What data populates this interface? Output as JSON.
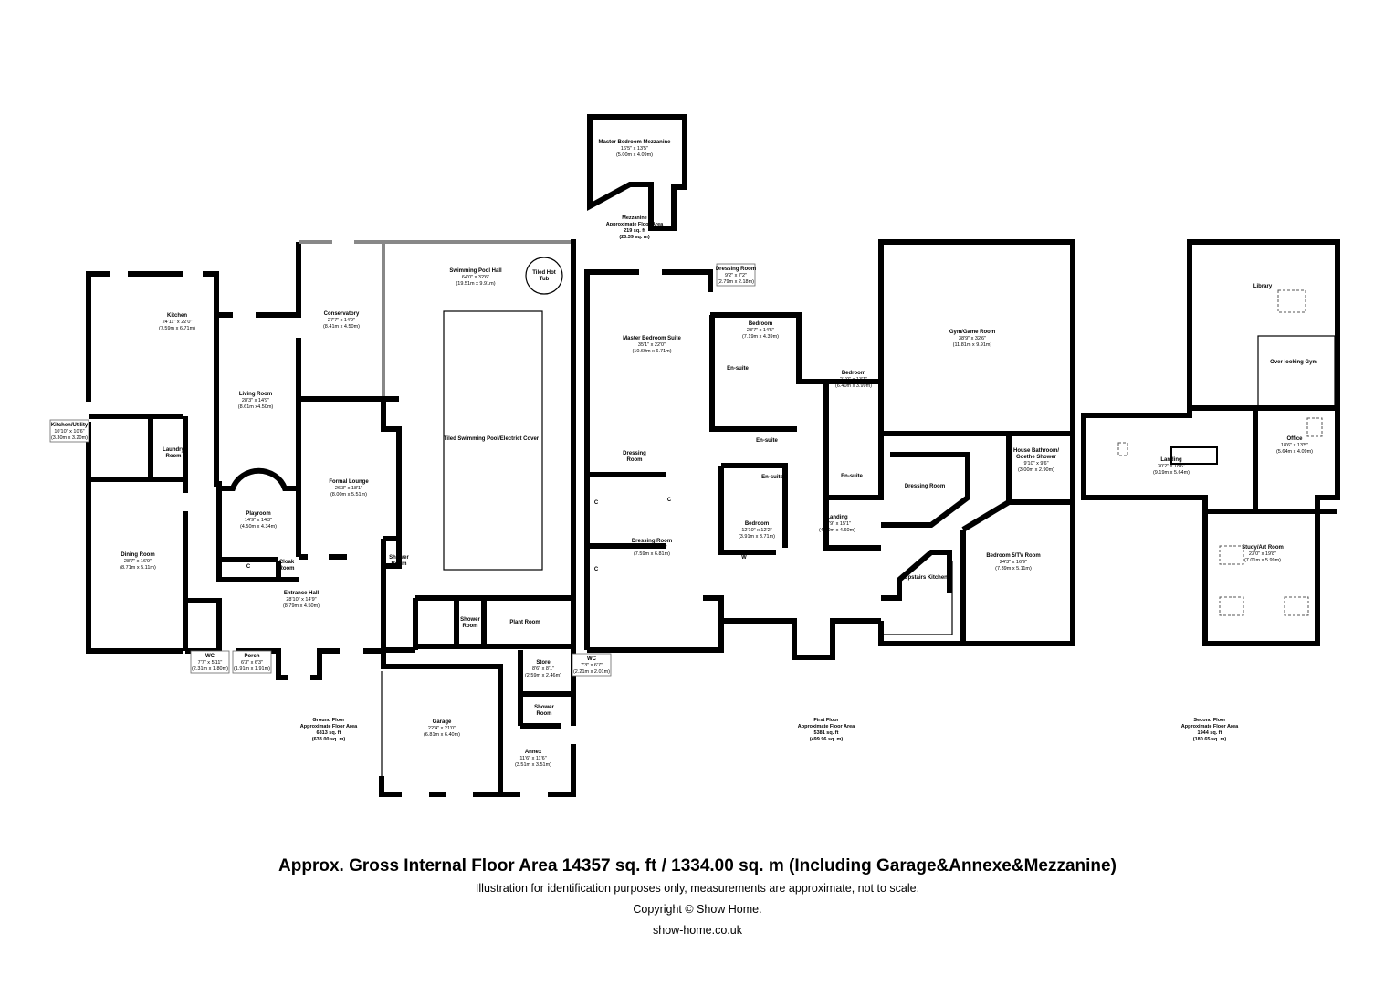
{
  "floors": {
    "ground": {
      "area_label": [
        "Ground Floor",
        "Approximate Floor Area",
        "6813 sq. ft",
        "(633.00 sq. m)"
      ],
      "rooms": [
        {
          "name": "Kitchen",
          "imperial": "24'11\" x 22'0\"",
          "metric": "(7.59m x 6.71m)"
        },
        {
          "name": "Kitchen/Utility",
          "imperial": "10'10\" x 10'6\"",
          "metric": "(3.30m x 3.20m)",
          "boxed": true
        },
        {
          "name": "Laundry",
          "name2": "Room"
        },
        {
          "name": "Living Room",
          "imperial": "28'3\" x 14'9\"",
          "metric": "(8.61m x4.50m)"
        },
        {
          "name": "Conservatory",
          "imperial": "27'7\" x 14'9\"",
          "metric": "(8.41m x 4.50m)"
        },
        {
          "name": "Playroom",
          "imperial": "14'9\" x 14'3\"",
          "metric": "(4.50m x 4.34m)"
        },
        {
          "name": "Formal Lounge",
          "imperial": "26'3\" x 18'1\"",
          "metric": "(8.00m x 5.51m)"
        },
        {
          "name": "Dining Room",
          "imperial": "28'7\" x 16'9\"",
          "metric": "(8.71m x 5.11m)"
        },
        {
          "name": "Cloak",
          "name2": "Room"
        },
        {
          "name": "C"
        },
        {
          "name": "Entrance Hall",
          "imperial": "28'10\" x 14'9\"",
          "metric": "(8.79m x 4.50m)"
        },
        {
          "name": "WC",
          "imperial": "7'7\" x 5'11\"",
          "metric": "(2.31m x 1.80m)",
          "boxed": true
        },
        {
          "name": "Porch",
          "imperial": "6'3\" x 6'3\"",
          "metric": "(1.91m x 1.91m)",
          "boxed": true
        },
        {
          "name": "Shower",
          "name2": "Room"
        },
        {
          "name": "Swimming Pool Hall",
          "imperial": "64'0\" x 32'6\"",
          "metric": "(19.51m x 9.91m)"
        },
        {
          "name": "Tiled Hot",
          "name2": "Tub"
        },
        {
          "name": "Tiled Swimming Pool/Electrict Cover"
        },
        {
          "name": "Shower",
          "name2": "Room"
        },
        {
          "name": "Plant Room"
        },
        {
          "name": "Store",
          "imperial": "8'6\" x 8'1\"",
          "metric": "(2.59m x 2.46m)"
        },
        {
          "name": "WC",
          "imperial": "7'3\" x 6'7\"",
          "metric": "(2.21m x 2.01m)",
          "boxed": true
        },
        {
          "name": "Shower",
          "name2": "Room"
        },
        {
          "name": "Garage",
          "imperial": "22'4\" x 21'0\"",
          "metric": "(6.81m x 6.40m)"
        },
        {
          "name": "Annex",
          "imperial": "11'6\" x 11'6\"",
          "metric": "(3.51m x 3.51m)"
        }
      ]
    },
    "mezzanine": {
      "area_label": [
        "Mezzanine",
        "Approximate Floor Area",
        "219 sq. ft",
        "(20.39 sq. m)"
      ],
      "rooms": [
        {
          "name": "Master Bedroom Mezzanine",
          "imperial": "16'5\" x 13'5\"",
          "metric": "(5.00m x 4.09m)"
        }
      ]
    },
    "first": {
      "area_label": [
        "First Floor",
        "Approximate Floor Area",
        "5381 sq. ft",
        "(499.96 sq. m)"
      ],
      "rooms": [
        {
          "name": "Master Bedroom Suite",
          "imperial": "35'1\" x 22'0\"",
          "metric": "(10.69m x 6.71m)"
        },
        {
          "name": "Dressing Room",
          "imperial": "9'2\" x 7'2\"",
          "metric": "(2.79m x 2.18m)",
          "boxed": true
        },
        {
          "name": "Bedroom",
          "imperial": "23'7\" x 14'5\"",
          "metric": "(7.19m x 4.39m)"
        },
        {
          "name": "En-suite"
        },
        {
          "name": "Bedroom",
          "imperial": "21'0\" x 13'1\"",
          "metric": "(6.40m x 3.99m)"
        },
        {
          "name": "Dressing",
          "name2": "Room"
        },
        {
          "name": "En-suite"
        },
        {
          "name": "En-suite"
        },
        {
          "name": "En-suite"
        },
        {
          "name": "Dressing Room",
          "imperial": "24'11\" x 22'4\"",
          "metric": "(7.59m x 6.81m)"
        },
        {
          "name": "Bedroom",
          "imperial": "12'10\" x 12'2\"",
          "metric": "(3.91m x 3.71m)"
        },
        {
          "name": "Landing",
          "imperial": "15'9\" x 15'1\"",
          "metric": "(4.80m x 4.60m)"
        },
        {
          "name": "Gym/Game Room",
          "imperial": "38'9\" x 32'6\"",
          "metric": "(11.81m x 9.91m)"
        },
        {
          "name": "House Bathroom/",
          "name2": "Goethe Shower",
          "imperial": "9'10\" x 9'6\"",
          "metric": "(3.00m x 2.90m)"
        },
        {
          "name": "Dressing Room"
        },
        {
          "name": "Bedroom 5/TV Room",
          "imperial": "24'3\" x 16'9\"",
          "metric": "(7.39m x 5.11m)"
        },
        {
          "name": "Upstairs Kitchen"
        },
        {
          "name": "C"
        },
        {
          "name": "C"
        },
        {
          "name": "C"
        },
        {
          "name": "C"
        },
        {
          "name": "W"
        }
      ]
    },
    "second": {
      "area_label": [
        "Second Floor",
        "Approximate Floor Area",
        "1944 sq. ft",
        "(180.65 sq. m)"
      ],
      "rooms": [
        {
          "name": "Library"
        },
        {
          "name": "Over looking Gym"
        },
        {
          "name": "Landing",
          "imperial": "30'2\" x 18'6\"",
          "metric": "(9.19m x 5.64m)"
        },
        {
          "name": "Office",
          "imperial": "18'6\" x 13'5\"",
          "metric": "(5.64m x 4.09m)"
        },
        {
          "name": "Study/Art Room",
          "imperial": "23'0\" x 19'8\"",
          "metric": "(7.01m x 5.99m)"
        }
      ]
    }
  },
  "footer": {
    "title": "Approx. Gross Internal Floor Area 14357 sq. ft / 1334.00 sq. m (Including Garage&Annexe&Mezzanine)",
    "disclaimer": "Illustration for identification purposes only, measurements are approximate, not to scale.",
    "copyright": "Copyright © Show Home.",
    "website": "show-home.co.uk"
  }
}
